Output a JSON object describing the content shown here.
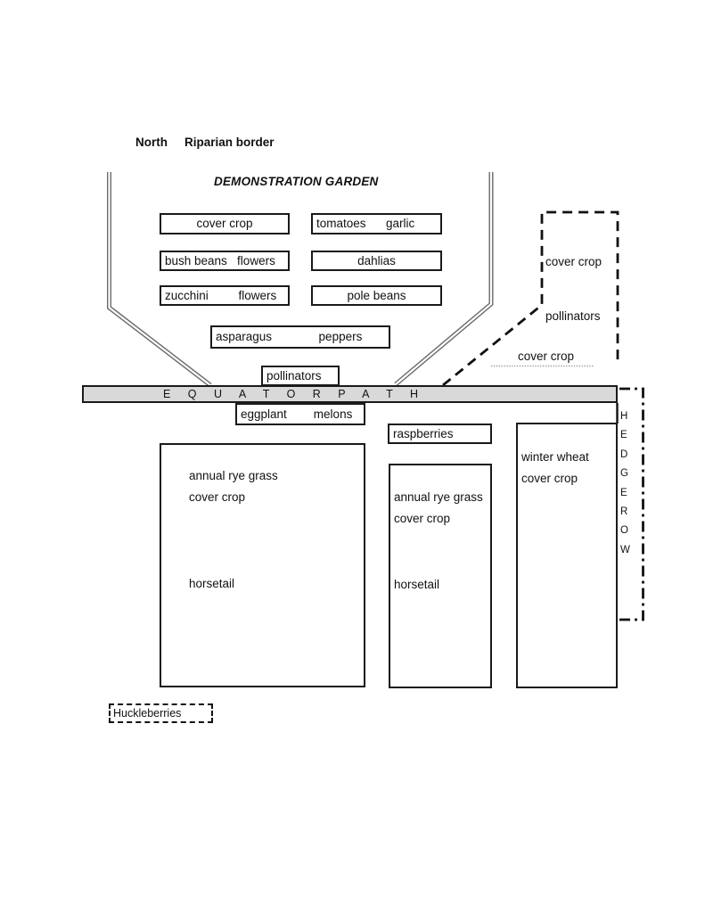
{
  "header": {
    "north": "North",
    "riparian": "Riparian border"
  },
  "title": "DEMONSTRATION GARDEN",
  "beds": {
    "cover_crop": "cover crop",
    "tomatoes_garlic": "tomatoes      garlic",
    "bush_beans_flowers": "bush beans   flowers",
    "dahlias": "dahlias",
    "zucchini_flowers": "zucchini         flowers",
    "pole_beans": "pole beans",
    "asparagus_peppers": "asparagus              peppers",
    "pollinators": "pollinators",
    "eggplant_melons": "eggplant        melons",
    "raspberries": "raspberries",
    "huckleberries": "Huckleberries"
  },
  "big_beds": {
    "left": {
      "line1": "annual rye grass",
      "line2": "cover crop",
      "line3": "horsetail"
    },
    "middle": {
      "line1": "annual rye grass",
      "line2": "cover crop",
      "line3": "horsetail"
    },
    "right": {
      "line1": "winter wheat",
      "line2": "cover crop"
    }
  },
  "east_zone": {
    "cover_crop_top": "cover crop",
    "pollinators": "pollinators",
    "cover_crop_bottom": "cover crop"
  },
  "path": {
    "label": "E Q U A T O R P A T H"
  },
  "hedgerow": {
    "label": "HEDGEROW"
  },
  "colors": {
    "path_fill": "#d9d9d9",
    "border_black": "#1a1a1a",
    "double_line_gray": "#6a6a6a"
  }
}
